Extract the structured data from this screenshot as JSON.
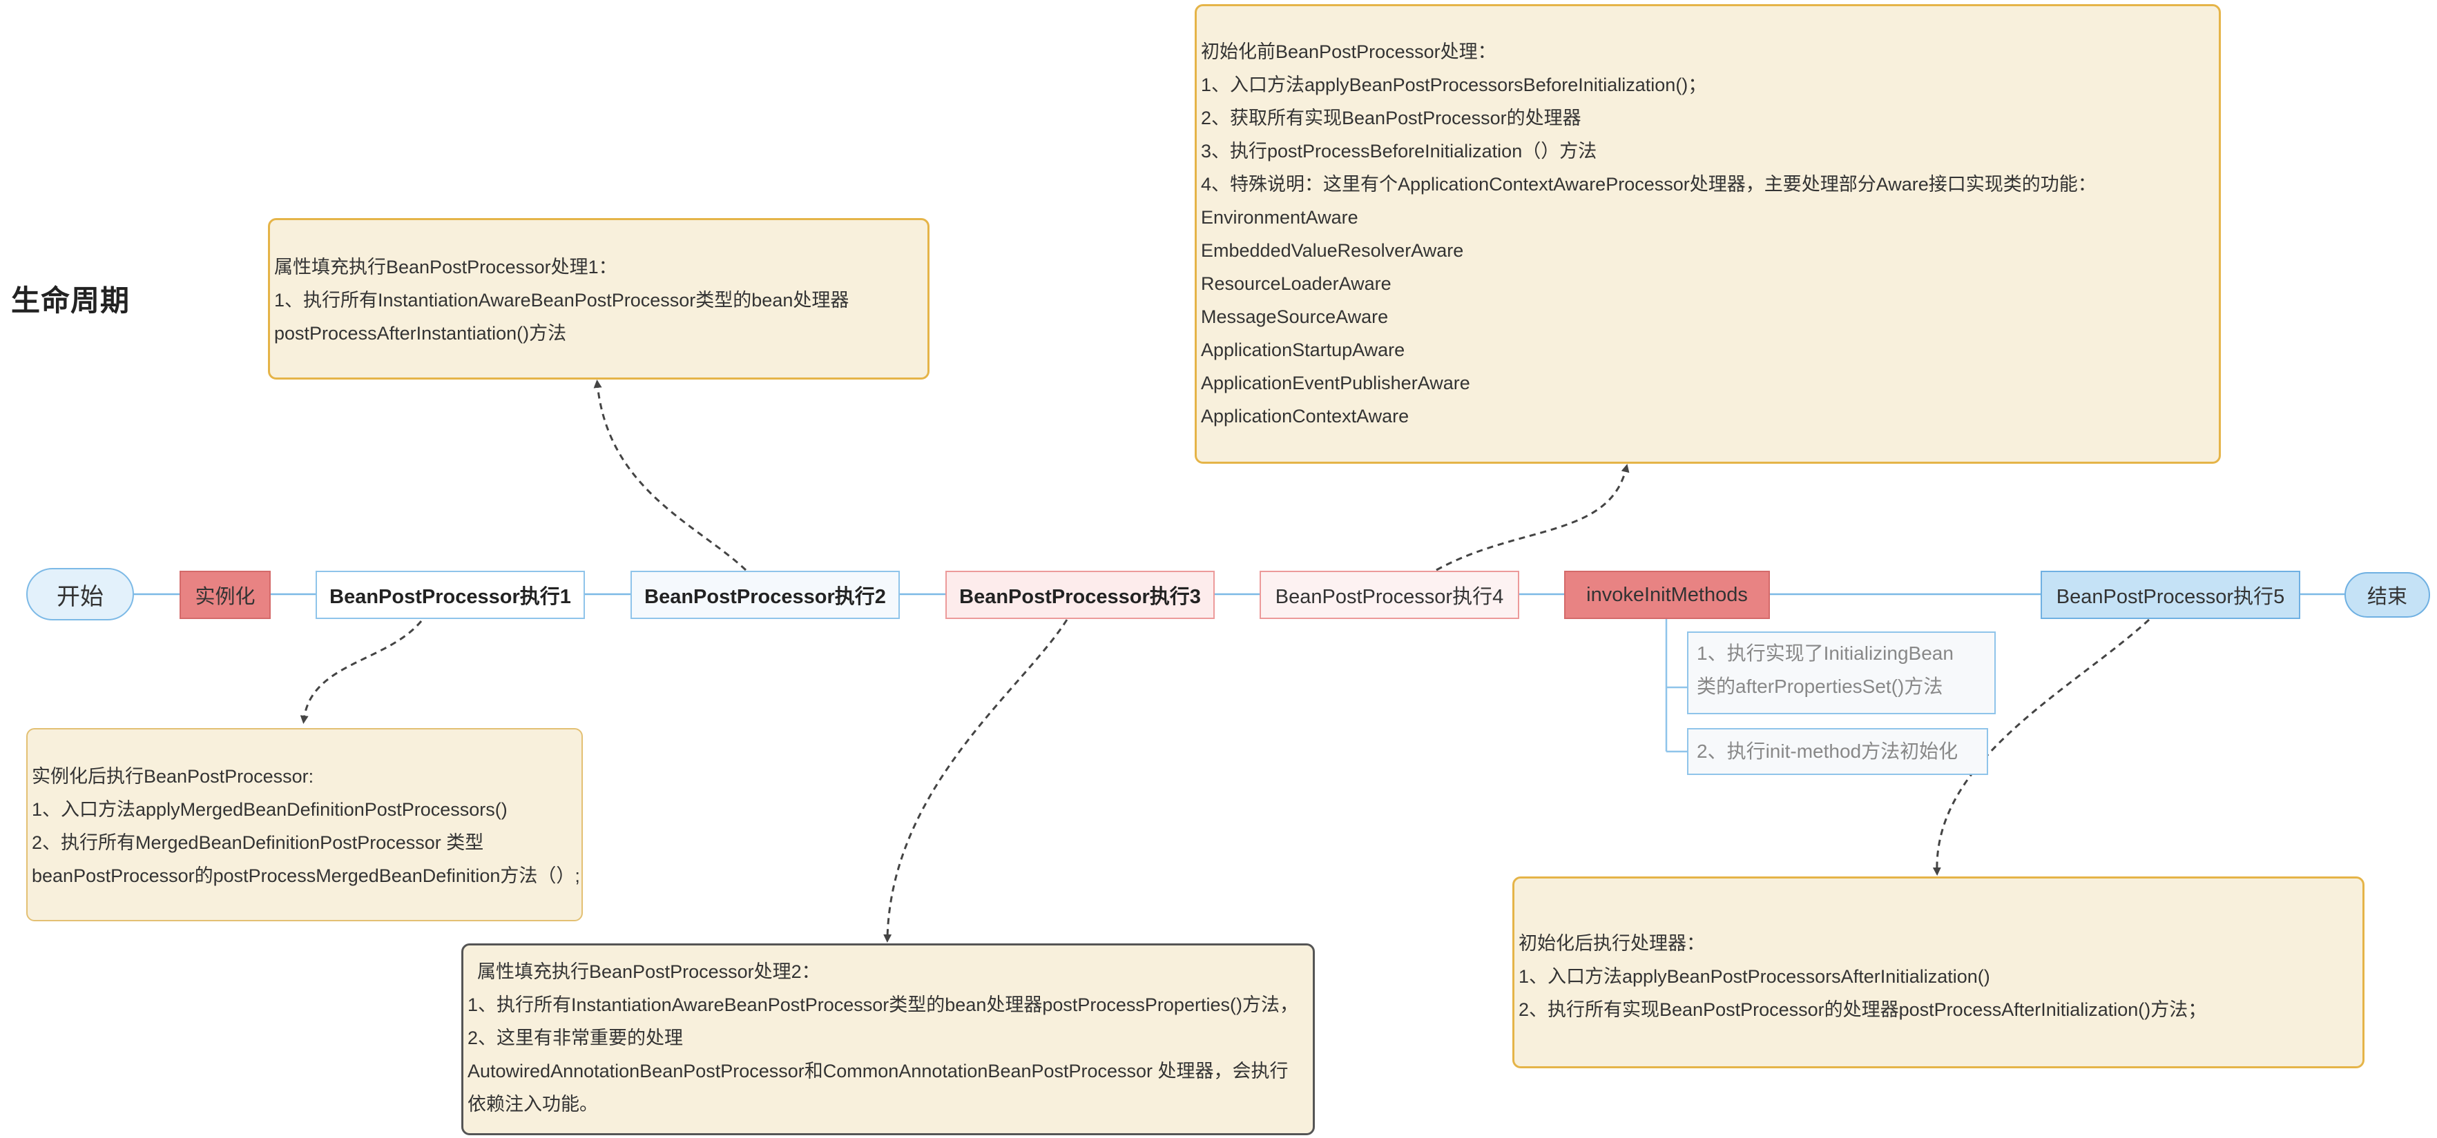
{
  "title": "生命周期",
  "nodes": {
    "start": "开始",
    "instantiate": "实例化",
    "bpp1": "BeanPostProcessor执行1",
    "bpp2": "BeanPostProcessor执行2",
    "bpp3": "BeanPostProcessor执行3",
    "bpp4": "BeanPostProcessor执行4",
    "invoke": "invokeInitMethods",
    "bpp5": "BeanPostProcessor执行5",
    "end": "结束"
  },
  "invoke_subs": [
    [
      "1、执行实现了InitializingBean",
      "类的afterPropertiesSet()方法"
    ],
    [
      "2、执行init-method方法初始化"
    ]
  ],
  "notes": {
    "populate1": [
      "属性填充执行BeanPostProcessor处理1：",
      "1、执行所有InstantiationAwareBeanPostProcessor类型的bean处理器",
      "postProcessAfterInstantiation()方法"
    ],
    "after_instantiation": [
      "实例化后执行BeanPostProcessor:",
      "1、入口方法applyMergedBeanDefinitionPostProcessors()",
      "2、执行所有MergedBeanDefinitionPostProcessor 类型",
      "beanPostProcessor的postProcessMergedBeanDefinition方法（）;"
    ],
    "populate2": [
      "属性填充执行BeanPostProcessor处理2：",
      "1、执行所有InstantiationAwareBeanPostProcessor类型的bean处理器postProcessProperties()方法，",
      "2、这里有非常重要的处理",
      "AutowiredAnnotationBeanPostProcessor和CommonAnnotationBeanPostProcessor 处理器，会执行",
      "依赖注入功能。"
    ],
    "before_init": [
      "初始化前BeanPostProcessor处理：",
      "1、入口方法applyBeanPostProcessorsBeforeInitialization()；",
      "2、获取所有实现BeanPostProcessor的处理器",
      "3、执行postProcessBeforeInitialization（）方法",
      "4、特殊说明：这里有个ApplicationContextAwareProcessor处理器，主要处理部分Aware接口实现类的功能：",
      "EnvironmentAware",
      "EmbeddedValueResolverAware",
      "ResourceLoaderAware",
      "MessageSourceAware",
      "ApplicationStartupAware",
      "ApplicationEventPublisherAware",
      "ApplicationContextAware"
    ],
    "after_init": [
      "初始化后执行处理器：",
      "1、入口方法applyBeanPostProcessorsAfterInitialization()",
      "2、执行所有实现BeanPostProcessor的处理器postProcessAfterInitialization()方法；"
    ]
  }
}
